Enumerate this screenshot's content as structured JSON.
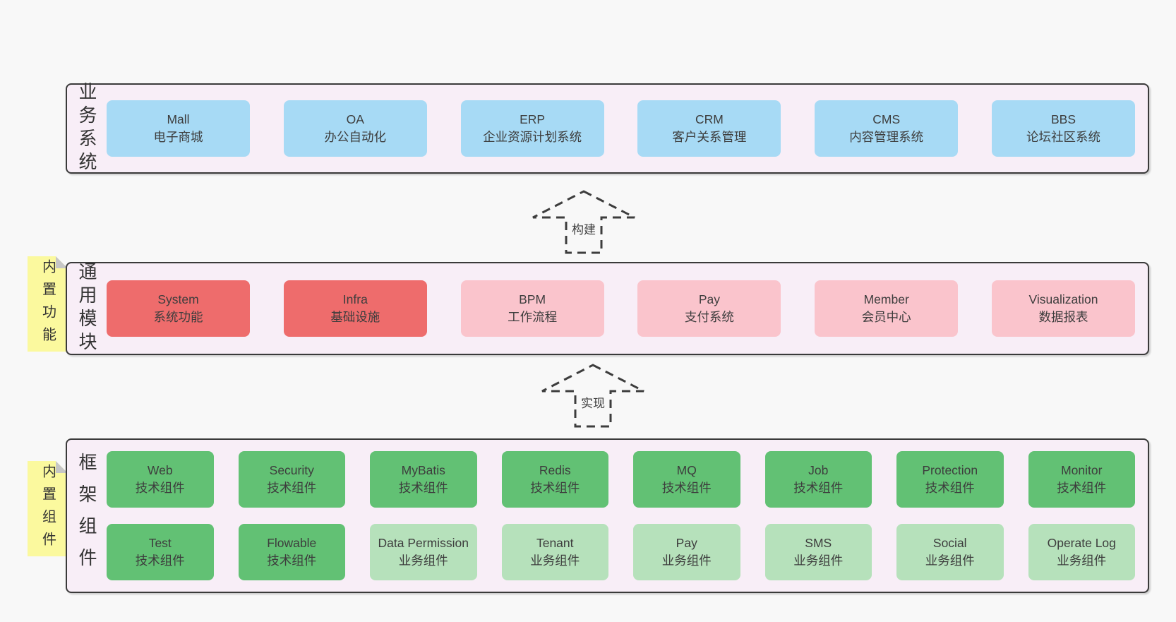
{
  "diagram": {
    "title": "project-architecture-diagram",
    "layers": [
      {
        "label": "业务系统",
        "boxes": [
          {
            "name": "Mall",
            "desc": "电子商城"
          },
          {
            "name": "OA",
            "desc": "办公自动化"
          },
          {
            "name": "ERP",
            "desc": "企业资源计划系统"
          },
          {
            "name": "CRM",
            "desc": "客户关系管理"
          },
          {
            "name": "CMS",
            "desc": "内容管理系统"
          },
          {
            "name": "BBS",
            "desc": "论坛社区系统"
          }
        ]
      },
      {
        "label": "通用模块",
        "note": "内置功能",
        "boxes": [
          {
            "name": "System",
            "desc": "系统功能"
          },
          {
            "name": "Infra",
            "desc": "基础设施"
          },
          {
            "name": "BPM",
            "desc": "工作流程"
          },
          {
            "name": "Pay",
            "desc": "支付系统"
          },
          {
            "name": "Member",
            "desc": "会员中心"
          },
          {
            "name": "Visualization",
            "desc": "数据报表"
          }
        ]
      },
      {
        "label": "框架组件",
        "note": "内置组件",
        "rows": [
          [
            {
              "name": "Web",
              "desc": "技术组件"
            },
            {
              "name": "Security",
              "desc": "技术组件"
            },
            {
              "name": "MyBatis",
              "desc": "技术组件"
            },
            {
              "name": "Redis",
              "desc": "技术组件"
            },
            {
              "name": "MQ",
              "desc": "技术组件"
            },
            {
              "name": "Job",
              "desc": "技术组件"
            },
            {
              "name": "Protection",
              "desc": "技术组件"
            },
            {
              "name": "Monitor",
              "desc": "技术组件"
            }
          ],
          [
            {
              "name": "Test",
              "desc": "技术组件"
            },
            {
              "name": "Flowable",
              "desc": "技术组件"
            },
            {
              "name": "Data Permission",
              "desc": "业务组件"
            },
            {
              "name": "Tenant",
              "desc": "业务组件"
            },
            {
              "name": "Pay",
              "desc": "业务组件"
            },
            {
              "name": "SMS",
              "desc": "业务组件"
            },
            {
              "name": "Social",
              "desc": "业务组件"
            },
            {
              "name": "Operate Log",
              "desc": "业务组件"
            }
          ]
        ]
      }
    ],
    "arrows": [
      {
        "label": "构建"
      },
      {
        "label": "实现"
      }
    ],
    "colors": {
      "page_bg": "#f8f8f8",
      "layer_bg": "#f8eef7",
      "layer_border": "#3a3a3a",
      "business_box": "#a7daf5",
      "core_module_box": "#ee6c6c",
      "optional_module_box": "#fac4cc",
      "tech_component_box": "#62c174",
      "biz_component_box": "#b6e1bb",
      "sticky_note": "#fbf99e",
      "note_fold": "#c6c6c6"
    }
  }
}
